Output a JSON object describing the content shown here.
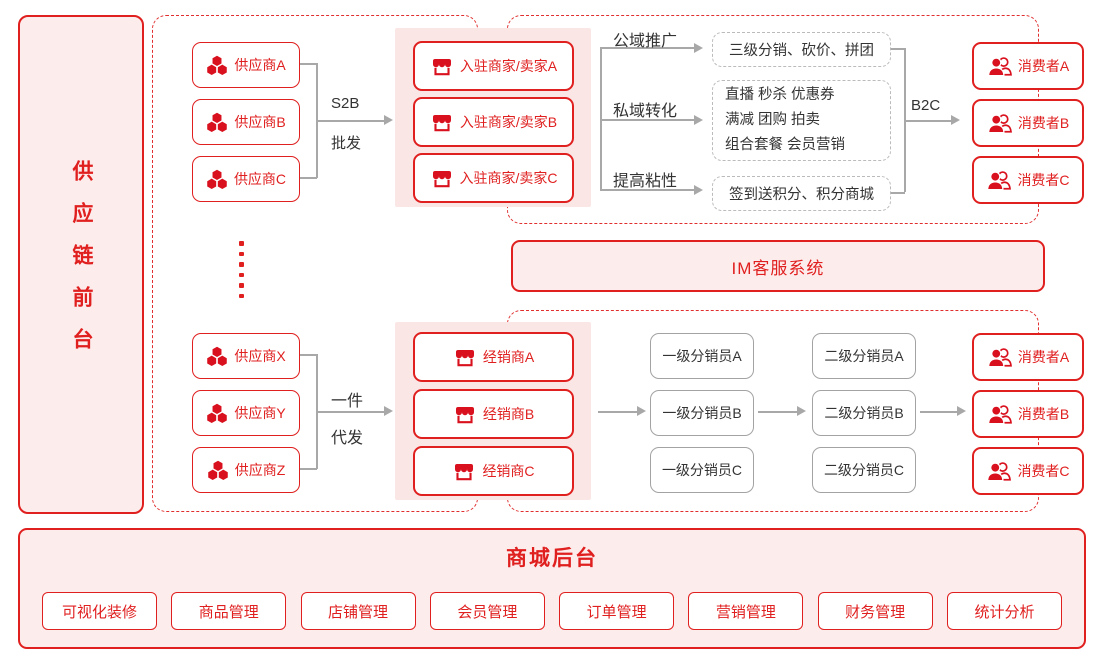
{
  "side_panel": {
    "title": "供应链前台"
  },
  "top_flow": {
    "suppliers": [
      "供应商A",
      "供应商B",
      "供应商C"
    ],
    "wholesale": [
      "S2B",
      "批发"
    ],
    "merchants": [
      "入驻商家/卖家A",
      "入驻商家/卖家B",
      "入驻商家/卖家C"
    ],
    "branches": [
      {
        "label": "公域推广",
        "box": "三级分销、砍价、拼团"
      },
      {
        "label": "私域转化",
        "box_lines": [
          "直播 秒杀 优惠券",
          "满减 团购 拍卖",
          "组合套餐 会员营销"
        ]
      },
      {
        "label": "提高粘性",
        "box": "签到送积分、积分商城"
      }
    ],
    "b2c": "B2C",
    "consumers": [
      "消费者A",
      "消费者B",
      "消费者C"
    ]
  },
  "im_system": {
    "title": "IM客服系统"
  },
  "bottom_flow": {
    "suppliers": [
      "供应商X",
      "供应商Y",
      "供应商Z"
    ],
    "dropship": [
      "一件",
      "代发"
    ],
    "dealers": [
      "经销商A",
      "经销商B",
      "经销商C"
    ],
    "level1": [
      "一级分销员A",
      "一级分销员B",
      "一级分销员C"
    ],
    "level2": [
      "二级分销员A",
      "二级分销员B",
      "二级分销员C"
    ],
    "consumers": [
      "消费者A",
      "消费者B",
      "消费者C"
    ]
  },
  "backend": {
    "title": "商城后台",
    "modules": [
      "可视化装修",
      "商品管理",
      "店铺管理",
      "会员管理",
      "订单管理",
      "营销管理",
      "财务管理",
      "统计分析"
    ]
  },
  "icons": {
    "supplier": "hexagon-cluster-icon",
    "merchant": "storefront-icon",
    "consumer": "two-users-icon"
  },
  "colors": {
    "primary_red": "#e01f1f",
    "icon_red": "#d9101d",
    "panel_pink": "#fdecec",
    "group_pink": "#fbe6e6",
    "line_gray": "#a8a8a8",
    "gray_box_border": "#a3a3a3",
    "dashed_gray": "#bbbbbb",
    "text_dark": "#333333"
  }
}
